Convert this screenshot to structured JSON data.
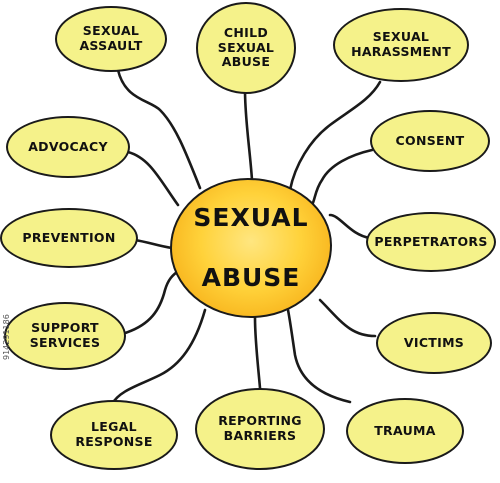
{
  "center": {
    "line1": "SEXUAL",
    "line2": "ABUSE"
  },
  "nodes": {
    "sexual_assault": "SEXUAL\nASSAULT",
    "child_sexual_abuse": "CHILD\nSEXUAL\nABUSE",
    "sexual_harassment": "SEXUAL\nHARASSMENT",
    "advocacy": "ADVOCACY",
    "consent": "CONSENT",
    "prevention": "PREVENTION",
    "perpetrators": "PERPETRATORS",
    "support_services": "SUPPORT\nSERVICES",
    "victims": "VICTIMS",
    "legal_response": "LEGAL\nRESPONSE",
    "reporting_barriers": "REPORTING\nBARRIERS",
    "trauma": "TRAUMA"
  },
  "watermark": "914291186",
  "colors": {
    "bubble_fill": "#f5f28a",
    "center_fill": "#ffd23a",
    "outline": "#1a1a1a"
  }
}
